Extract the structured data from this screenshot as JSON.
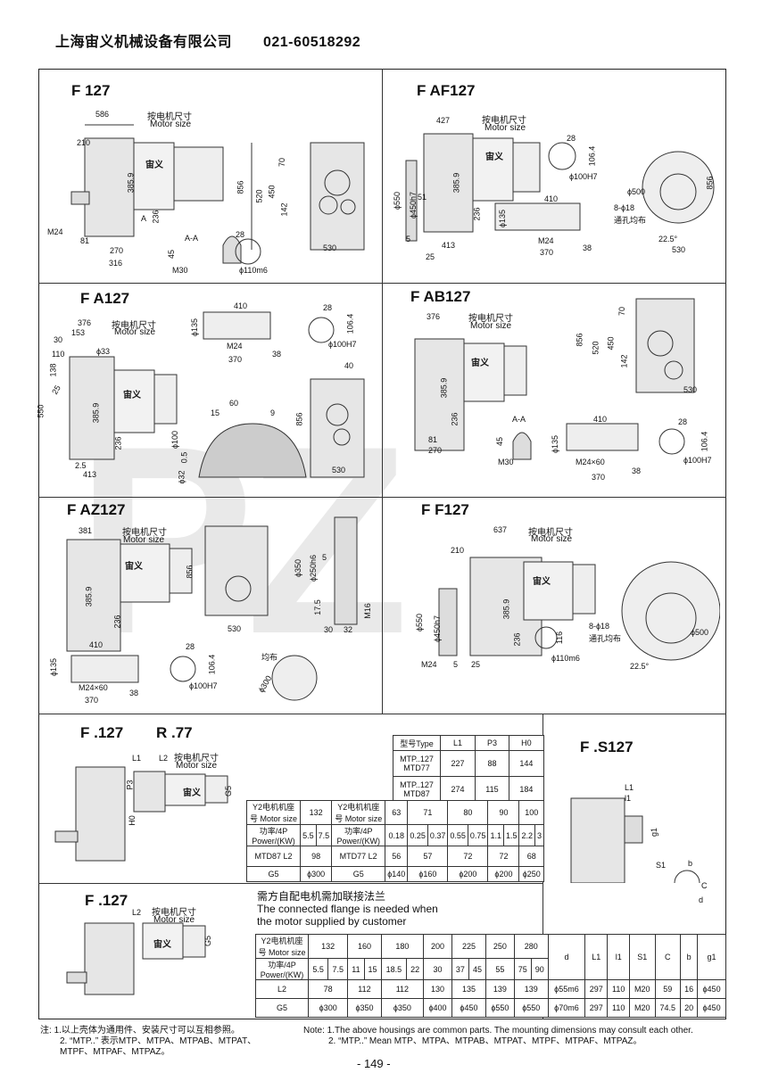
{
  "header": {
    "company": "上海宙义机械设备有限公司",
    "phone": "021-60518292"
  },
  "watermark": "PZ",
  "motor_tag": "宙义",
  "panels": {
    "f127": {
      "title": "F 127",
      "motor_cn": "按电机尺寸",
      "motor_en": "Motor size",
      "dims": [
        "586",
        "210",
        "M24",
        "81",
        "270",
        "316",
        "385.9",
        "236",
        "A",
        "856",
        "520",
        "450",
        "70",
        "142",
        "530",
        "A-A",
        "45",
        "28",
        "M30",
        "ϕ110m6"
      ]
    },
    "faf127": {
      "title": "F AF127",
      "motor_cn": "按电机尺寸",
      "motor_en": "Motor size",
      "dims": [
        "427",
        "ϕ550",
        "ϕ450h7",
        "51",
        "385.9",
        "236",
        "5",
        "25",
        "413",
        "ϕ135",
        "410",
        "M24",
        "370",
        "38",
        "28",
        "106.4",
        "ϕ100H7",
        "ϕ500",
        "8-ϕ18",
        "通孔均布",
        "22.5°",
        "856",
        "530"
      ]
    },
    "fa127": {
      "title": "F A127",
      "motor_cn": "按电机尺寸",
      "motor_en": "Motor size",
      "dims": [
        "376",
        "153",
        "30",
        "ϕ33",
        "110",
        "138",
        "25",
        "550",
        "385.9",
        "236",
        "2.5",
        "413",
        "410",
        "ϕ135",
        "M24",
        "370",
        "38",
        "28",
        "106.4",
        "ϕ100H7",
        "40",
        "60",
        "15",
        "9",
        "ϕ100",
        "ϕ32",
        "0.5",
        "856",
        "530"
      ]
    },
    "fab127": {
      "title": "F AB127",
      "motor_cn": "按电机尺寸",
      "motor_en": "Motor size",
      "dims": [
        "376",
        "385.9",
        "236",
        "81",
        "270",
        "856",
        "520",
        "450",
        "70",
        "142",
        "530",
        "A-A",
        "45",
        "M30",
        "410",
        "ϕ135",
        "M24×60",
        "370",
        "38",
        "28",
        "106.4",
        "ϕ100H7"
      ]
    },
    "faz127": {
      "title": "F AZ127",
      "motor_cn": "按电机尺寸",
      "motor_en": "Motor size",
      "dims": [
        "381",
        "385.9",
        "236",
        "856",
        "530",
        "410",
        "ϕ135",
        "M24×60",
        "370",
        "38",
        "28",
        "106.4",
        "ϕ100H7",
        "ϕ350",
        "ϕ250h6",
        "5",
        "17.5",
        "30",
        "32",
        "M16",
        "均布",
        "ϕ300"
      ]
    },
    "ff127": {
      "title": "F F127",
      "motor_cn": "按电机尺寸",
      "motor_en": "Motor size",
      "dims": [
        "637",
        "210",
        "ϕ550",
        "ϕ450h7",
        "385.9",
        "236",
        "M24",
        "5",
        "25",
        "116",
        "ϕ110m6",
        "8-ϕ18",
        "通孔均布",
        "22.5°",
        "ϕ500"
      ]
    },
    "fr127": {
      "title": "F .127",
      "title2": "R .77",
      "motor_cn": "按电机尺寸",
      "motor_en": "Motor size",
      "dims": [
        "L1",
        "L2",
        "P3",
        "G5",
        "H0"
      ]
    },
    "fs127": {
      "title": "F .S127",
      "dims": [
        "L1",
        "l1",
        "g1",
        "S1",
        "b",
        "C",
        "d"
      ]
    },
    "f127b": {
      "title": "F .127",
      "motor_cn": "按电机尺寸",
      "motor_en": "Motor size",
      "dims": [
        "L2",
        "G5"
      ]
    }
  },
  "table_top": {
    "rows": [
      [
        "型号Type",
        "L1",
        "P3",
        "H0"
      ],
      [
        "MTP..127 MTD77",
        "227",
        "88",
        "144"
      ],
      [
        "MTP..127 MTD87",
        "274",
        "115",
        "184"
      ]
    ]
  },
  "table_mid": {
    "rows": [
      [
        "Y2电机机座号 Motor size",
        "132",
        "Y2电机机座号 Motor size",
        "63",
        "71",
        "80",
        "90",
        "100"
      ],
      [
        "功率/4P Power/(KW)",
        "5.5",
        "7.5",
        "功率/4P Power/(KW)",
        "0.18",
        "0.25",
        "0.37",
        "0.55",
        "0.75",
        "1.1",
        "1.5",
        "2.2",
        "3"
      ],
      [
        "MTD87 L2",
        "98",
        "MTD77 L2",
        "56",
        "57",
        "72",
        "72",
        "68"
      ],
      [
        "G5",
        "ϕ300",
        "G5",
        "ϕ140",
        "ϕ160",
        "ϕ200",
        "ϕ200",
        "ϕ250"
      ]
    ]
  },
  "flange_note": {
    "cn": "需方自配电机需加联接法兰",
    "en1": "The connected flange is needed when",
    "en2": "the motor supplied by customer"
  },
  "table_bottom": {
    "header": [
      "Y2电机机座号 Motor size",
      "132",
      "160",
      "180",
      "200",
      "225",
      "250",
      "280"
    ],
    "power": [
      "功率/4P Power/(KW)",
      "5.5",
      "7.5",
      "11",
      "15",
      "18.5",
      "22",
      "30",
      "37",
      "45",
      "55",
      "75",
      "90"
    ],
    "l2": [
      "L2",
      "78",
      "112",
      "112",
      "130",
      "135",
      "139",
      "139"
    ],
    "g5": [
      "G5",
      "ϕ300",
      "ϕ350",
      "ϕ350",
      "ϕ400",
      "ϕ450",
      "ϕ550",
      "ϕ550"
    ],
    "shaft_header": [
      "d",
      "L1",
      "l1",
      "S1",
      "C",
      "b",
      "g1"
    ],
    "shaft_row1": [
      "ϕ55m6",
      "297",
      "110",
      "M20",
      "59",
      "16",
      "ϕ450"
    ],
    "shaft_row2": [
      "ϕ70m6",
      "297",
      "110",
      "M20",
      "74.5",
      "20",
      "ϕ450"
    ]
  },
  "notes": {
    "cn_prefix": "注:",
    "cn1": "1.以上壳体为通用件、安装尺寸可以互相参照。",
    "cn2": "2. “MTP..” 表示MTP、MTPA、MTPAB、MTPAT、",
    "cn3": "MTPF、MTPAF、MTPAZ。",
    "en1": "Note: 1.The above housings are common parts. The mounting dimensions may consult each other.",
    "en2": "2. “MTP..” Mean MTP、MTPA、MTPAB、MTPAT、MTPF、MTPAF、MTPAZ。"
  },
  "page_number": "- 149 -"
}
